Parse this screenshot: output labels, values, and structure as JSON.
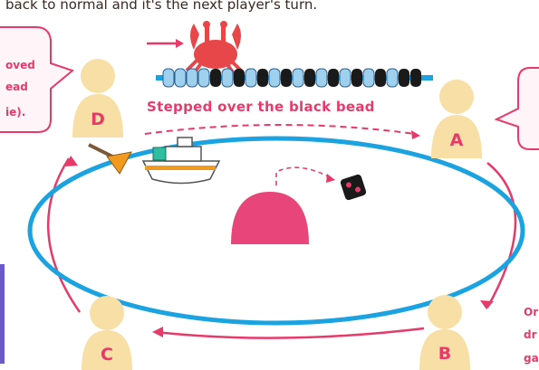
{
  "top_text": "back to normal and it's the next player's turn.",
  "caption_stepped": "Stepped over the black bead",
  "left_bubble_lines": [
    "oved",
    "ead",
    "ie)."
  ],
  "right_bottom_lines": [
    "Or",
    "dr",
    "ga"
  ],
  "players": [
    {
      "label": "A"
    },
    {
      "label": "B"
    },
    {
      "label": "C"
    },
    {
      "label": "D"
    }
  ],
  "colors": {
    "accent_pink": "#e83a6a",
    "track_blue": "#1aa3e0",
    "person_fill": "#f8dfa6",
    "dome_pink": "#e8467a",
    "bead_blue": "#9fd1ee",
    "bead_black": "#1a1a1a",
    "crab_red": "#e8474a"
  },
  "icons": [
    "crab-icon",
    "bead-rod-icon",
    "boat-icon",
    "flag-icon",
    "dome-icon",
    "die-icon",
    "person-icon"
  ]
}
